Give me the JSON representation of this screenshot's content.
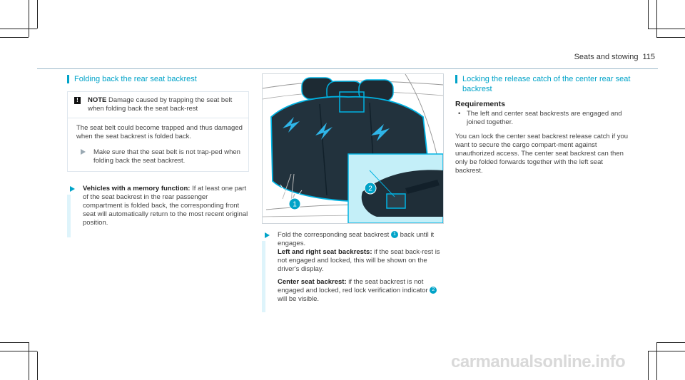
{
  "header": {
    "section": "Seats and stowing",
    "page_number": "115"
  },
  "col1": {
    "title": "Folding back the rear seat backrest",
    "notice": {
      "icon": "!",
      "heading": "NOTE",
      "head_text": " Damage caused by trapping the seat belt when folding back the seat back-rest",
      "body": "The seat belt could become trapped and thus damaged when the seat backrest is folded back.",
      "tip": "Make sure that the seat belt is not trap-ped when folding back the seat backrest."
    },
    "step": {
      "label": "Vehicles with a memory function:",
      "text": " If at least one part of the seat backrest in the rear passenger compartment is folded back, the corresponding front seat will automatically return to the most recent original position."
    }
  },
  "figure": {
    "marker1": "1",
    "marker2": "2"
  },
  "col2": {
    "step_text_a": "Fold the corresponding seat backrest ",
    "step_num": "1",
    "step_text_b": " back until it engages.",
    "lr_label": "Left and right seat backrests:",
    "lr_text": " if the seat back-rest is not engaged and locked, this will be shown on the driver's display.",
    "center_label": "Center seat backrest:",
    "center_text_a": " if the seat backrest is not engaged and locked, red lock verification indicator ",
    "center_num": "2",
    "center_text_b": " will be visible."
  },
  "col3": {
    "title": "Locking the release catch of the center rear seat backrest",
    "req_heading": "Requirements",
    "req_item": "The left and center seat backrests are engaged and joined together.",
    "para": "You can lock the center seat backrest release catch if you want to secure the cargo compart-ment against unauthorized access. The center seat backrest can then only be folded forwards together with the left seat backrest."
  },
  "watermark": "carmanualsonline.info"
}
